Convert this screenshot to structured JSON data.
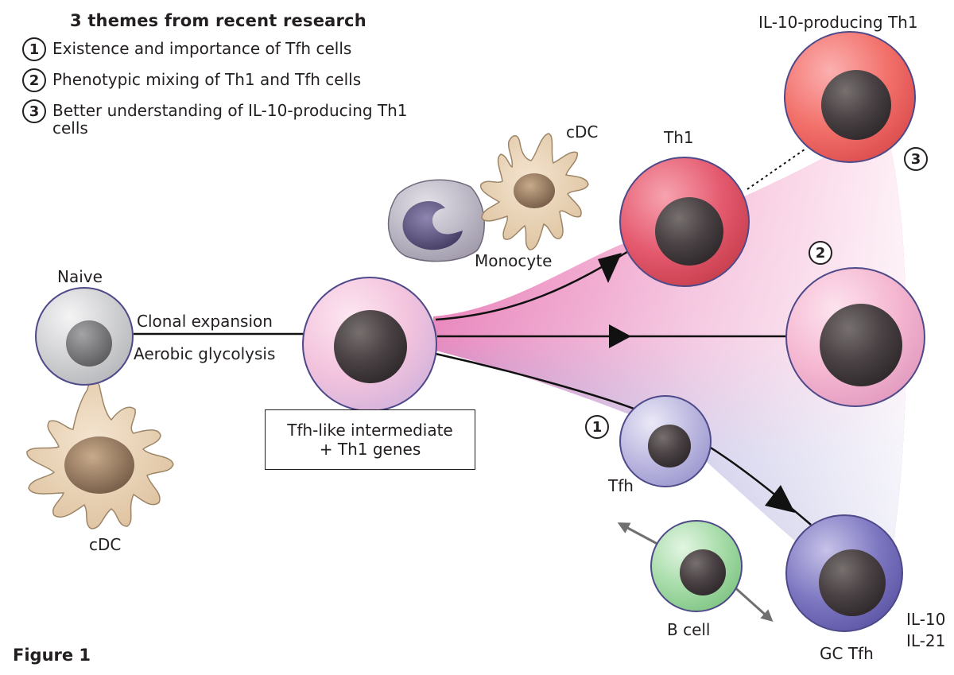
{
  "legend": {
    "title": "3 themes from recent research",
    "themes": [
      {
        "num": "1",
        "text": "Existence and importance of Tfh cells"
      },
      {
        "num": "2",
        "text": "Phenotypic mixing of Th1 and Tfh cells"
      },
      {
        "num": "3",
        "text": "Better understanding of IL-10-producing Th1 cells"
      }
    ]
  },
  "labels": {
    "naive": "Naive",
    "clonal_expansion": "Clonal expansion",
    "aerobic_glycolysis": "Aerobic glycolysis",
    "cdc_left": "cDC",
    "cdc_top": "cDC",
    "monocyte": "Monocyte",
    "th1": "Th1",
    "il10_th1": "IL-10-producing Th1",
    "tfh": "Tfh",
    "gc_tfh": "GC Tfh",
    "b_cell": "B cell",
    "il10": "IL-10",
    "il21": "IL-21",
    "intermediate_line1": "Tfh-like intermediate",
    "intermediate_line2": "+ Th1 genes"
  },
  "badges": {
    "tfh": "1",
    "mixed": "2",
    "il10_th1": "3"
  },
  "figure_label": "Figure 1",
  "colors": {
    "naive_cell": "#c9cacc",
    "intermediate_cell": "#f4c9e0",
    "th1_cell": "#e45d71",
    "il10_th1_cell": "#f2706a",
    "mixed_cell": "#f3b5cf",
    "tfh_cell": "#b9b5dd",
    "gc_tfh_cell": "#7b74bf",
    "b_cell": "#9fd8a2",
    "nucleus": "#3f383b",
    "dendritic_cell": "#e6ceb0",
    "monocyte": "#b2adbd"
  }
}
